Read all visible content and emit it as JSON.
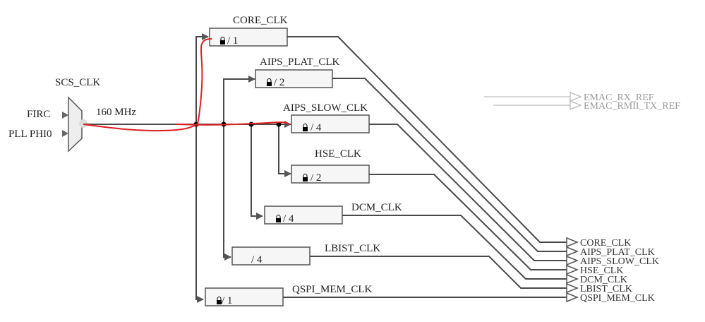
{
  "mux": {
    "name": "SCS_CLK",
    "frequency": "160 MHz",
    "inputs": [
      "FIRC",
      "PLL PHI0"
    ]
  },
  "dividers": [
    {
      "name": "CORE_CLK",
      "divider": "/ 1",
      "locked": true
    },
    {
      "name": "AIPS_PLAT_CLK",
      "divider": "/ 2",
      "locked": true
    },
    {
      "name": "AIPS_SLOW_CLK",
      "divider": "/ 4",
      "locked": true
    },
    {
      "name": "HSE_CLK",
      "divider": "/ 2",
      "locked": true
    },
    {
      "name": "DCM_CLK",
      "divider": "/ 4",
      "locked": true
    },
    {
      "name": "LBIST_CLK",
      "divider": "/ 4",
      "locked": false
    },
    {
      "name": "QSPI_MEM_CLK",
      "divider": "/ 1",
      "locked": true
    }
  ],
  "outputs": [
    "CORE_CLK",
    "AIPS_PLAT_CLK",
    "AIPS_SLOW_CLK",
    "HSE_CLK",
    "DCM_CLK",
    "LBIST_CLK",
    "QSPI_MEM_CLK"
  ],
  "inactive_outputs": [
    "EMAC_RX_REF",
    "EMAC_RMII_TX_REF"
  ],
  "colors": {
    "wire": "#4a4a4a",
    "highlight": "#e02020",
    "inactive": "#bbbbbb"
  }
}
